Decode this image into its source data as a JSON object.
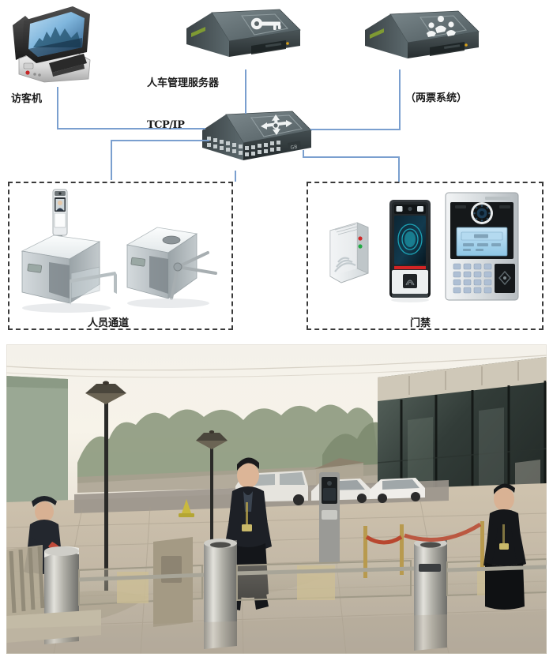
{
  "diagram": {
    "title_absent": true,
    "labels": {
      "visitor_machine": "访客机",
      "management_server": "人车管理服务器",
      "second_system": "（两票系统）",
      "network_protocol": "TCP/IP",
      "personnel_channel": "人员通道",
      "access_control": "门禁"
    },
    "devices": {
      "visitor_kiosk": {
        "name": "visitor-kiosk",
        "icon": "kiosk-terminal-icon",
        "screen_content": "city-skyline-wallpaper"
      },
      "server_key": {
        "name": "management-server",
        "icon": "key-icon",
        "form": "rack-server-1u"
      },
      "server_people": {
        "name": "second-system-server",
        "icon": "people-group-icon",
        "form": "rack-server-1u"
      },
      "switch": {
        "name": "network-switch",
        "icon": "four-way-arrow-icon",
        "form": "ethernet-switch",
        "port_rows": 2,
        "ports_per_row": 12
      },
      "speed_gate": {
        "name": "swing-barrier-turnstile",
        "has_face_terminal": true,
        "face_terminal_icon": "face-recognition-icon"
      },
      "tripod_turnstile": {
        "name": "tripod-turnstile",
        "has_face_terminal": false
      },
      "card_reader": {
        "name": "rfid-card-reader",
        "icon": "nfc-wave-icon",
        "led_red": "#d02828",
        "led_green": "#22aa44"
      },
      "face_terminal": {
        "name": "face-recognition-terminal",
        "icon": "face-scan-icon",
        "has_fingerprint": true,
        "accent": "#1fb6c9"
      },
      "door_station": {
        "name": "video-door-station",
        "icon": "camera-dome-icon",
        "has_keypad": true,
        "keypad_rows": 4,
        "keypad_cols": 4,
        "screen_color": "#a9d7ef",
        "has_card_zone": true
      }
    },
    "colors": {
      "link": "#7a9fcf",
      "dashed_border": "#3a3a3a",
      "label_text": "#1a1a1a",
      "device_dark": "#5a6568",
      "device_light": "#d8dde0"
    }
  },
  "photo": {
    "name": "entrance-gate-photograph",
    "description": "outdoor building entrance with speed gate turnstiles",
    "elements": {
      "guard": "security-guard-person",
      "visitor": "visitor-person-seated",
      "lamp_post_1": "street-lamp",
      "lamp_post_2": "street-lamp",
      "vehicles": "parked-cars-and-van",
      "building": "glass-curtain-wall-building",
      "barrier": "red-rope-stanchion",
      "pavement": "brick-paved-ground",
      "gate_pillars": "stainless-steel-gate-pillars",
      "glass_wings": "glass-barrier-wings"
    }
  }
}
